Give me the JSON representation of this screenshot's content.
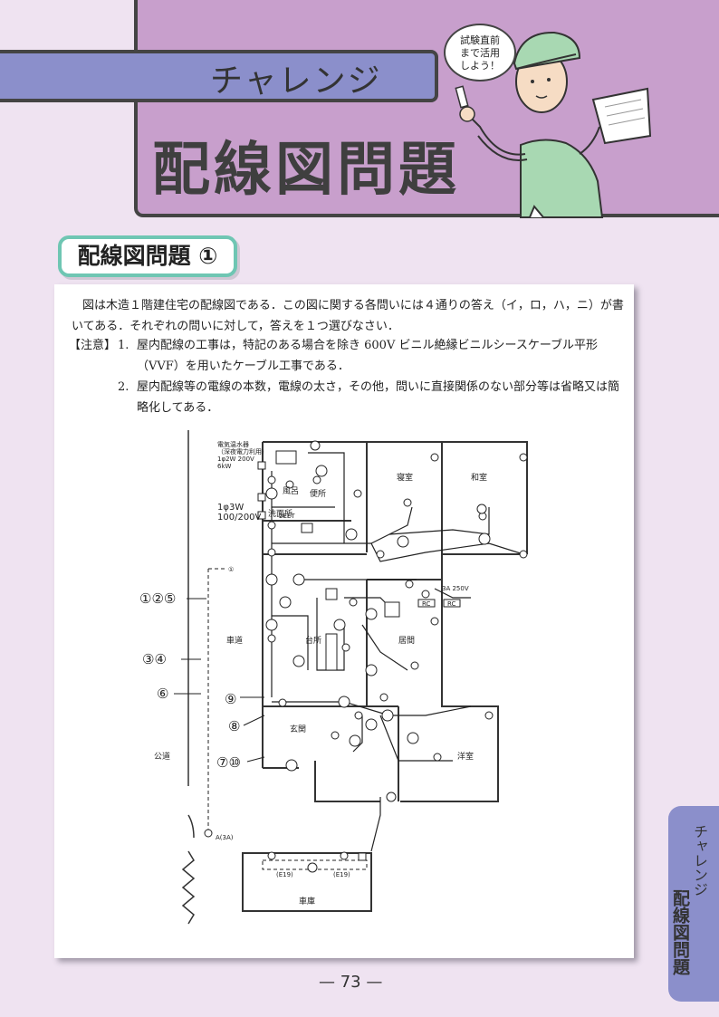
{
  "header": {
    "challenge": "チャレンジ",
    "title": "配線図問題",
    "bubble": [
      "試験直前",
      "まで活用",
      "しよう！"
    ]
  },
  "badge": "配線図問題 ①",
  "question": {
    "intro": "図は木造１階建住宅の配線図である．この図に関する各問いには４通りの答え（イ，ロ，ハ，ニ）が書いてある．それぞれの問いに対して，答えを１つ選びなさい．",
    "note_label": "【注意】",
    "note1_num": "1.",
    "note1": "屋内配線の工事は，特記のある場合を除き 600V ビニル絶縁ビニルシースケーブル平形（VVF）を用いたケーブル工事である．",
    "note2_num": "2.",
    "note2": "屋内配線等の電線の本数，電線の太さ，その他，問いに直接関係のない部分等は省略又は簡略化してある．"
  },
  "diagram": {
    "water_heater": [
      "電気温水器",
      "（深夜電力利用）",
      "1φ2W 200V",
      "6kW"
    ],
    "supply": [
      "1φ3W",
      "100/200V"
    ],
    "rooms": {
      "bath": "風呂",
      "toilet": "便所",
      "washroom": "洗面所",
      "shinshitsu": "寝室",
      "washitsu": "和室",
      "kitchen": "台所",
      "living": "居間",
      "entrance": "玄関",
      "yoshitsu": "洋室",
      "garage": "車庫",
      "storage": "車道",
      "public": "公道"
    },
    "callouts": [
      "①②⑤",
      "③④",
      "⑥",
      "⑨",
      "⑧",
      "⑦⑩"
    ],
    "small_labels": [
      "①",
      "A(3A)",
      "(E19)",
      "(E19)",
      "2EET",
      "3A 250V",
      "RC",
      "RC"
    ]
  },
  "side_tab": {
    "line1": "チャレンジ",
    "line2": "配線図問題"
  },
  "page_number": "— 73 —"
}
